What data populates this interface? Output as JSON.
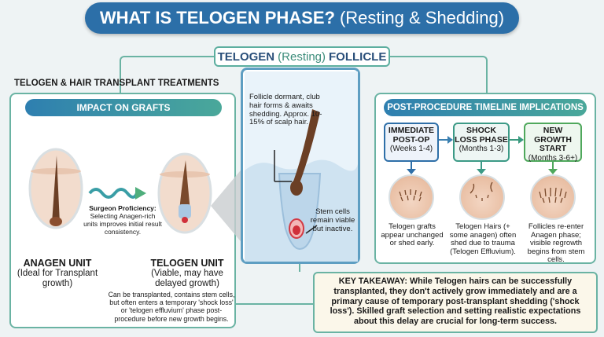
{
  "header": {
    "title_bold": "WHAT IS TELOGEN PHASE?",
    "title_rest": "(Resting & Shedding)"
  },
  "center": {
    "label_left": "TELOGEN",
    "label_mid": "(Resting)",
    "label_right": "FOLLICLE",
    "note_top": "Follicle dormant, club hair forms & awaits shedding. Approx. 10-15% of scalp hair.",
    "note_bottom": "Stem cells remain viable but inactive."
  },
  "left": {
    "section_heading": "TELOGEN & HAIR TRANSPLANT TREATMENTS",
    "panel_title": "IMPACT ON GRAFTS",
    "surgeon_bold": "Surgeon Proficiency:",
    "surgeon_text": "Selecting Anagen-rich units improves initial result consistency.",
    "anagen_title": "ANAGEN UNIT",
    "anagen_sub": "(Ideal for Transplant growth)",
    "telogen_title": "TELOGEN UNIT",
    "telogen_sub": "(Viable, may have delayed growth)",
    "telogen_desc": "Can be transplanted, contains stem cells, but often enters a temporary 'shock loss' or 'telogen effluvium' phase post-procedure before new growth begins."
  },
  "right": {
    "panel_title": "POST-PROCEDURE TIMELINE IMPLICATIONS",
    "stages": [
      {
        "title": "IMMEDIATE POST-OP",
        "period": "(Weeks 1-4)",
        "desc": "Telogen grafts appear unchanged or shed early."
      },
      {
        "title": "SHOCK LOSS PHASE",
        "period": "(Months 1-3)",
        "desc": "Telogen Hairs (+ some anagen) often shed due to trauma (Telogen Effluvium)."
      },
      {
        "title": "NEW GROWTH START",
        "period": "(Months 3-6+)",
        "desc": "Follicles re-enter Anagen phase; visible regrowth begins from stem cells."
      }
    ]
  },
  "takeaway": {
    "label": "KEY TAKEAWAY:",
    "text": "While Telogen hairs can be successfully transplanted, they don't actively grow immediately and are a primary cause of temporary post-transplant shedding ('shock loss'). Skilled graft selection and setting realistic expectations about this delay are crucial for long-term success."
  },
  "colors": {
    "title_blue": "#2c6fa8",
    "teal": "#4aa89a",
    "stage_blue": "#2e6fa8",
    "stage_teal": "#3c9a86",
    "stage_green": "#4fa85c",
    "takeaway_bg": "#fbf7ea"
  }
}
